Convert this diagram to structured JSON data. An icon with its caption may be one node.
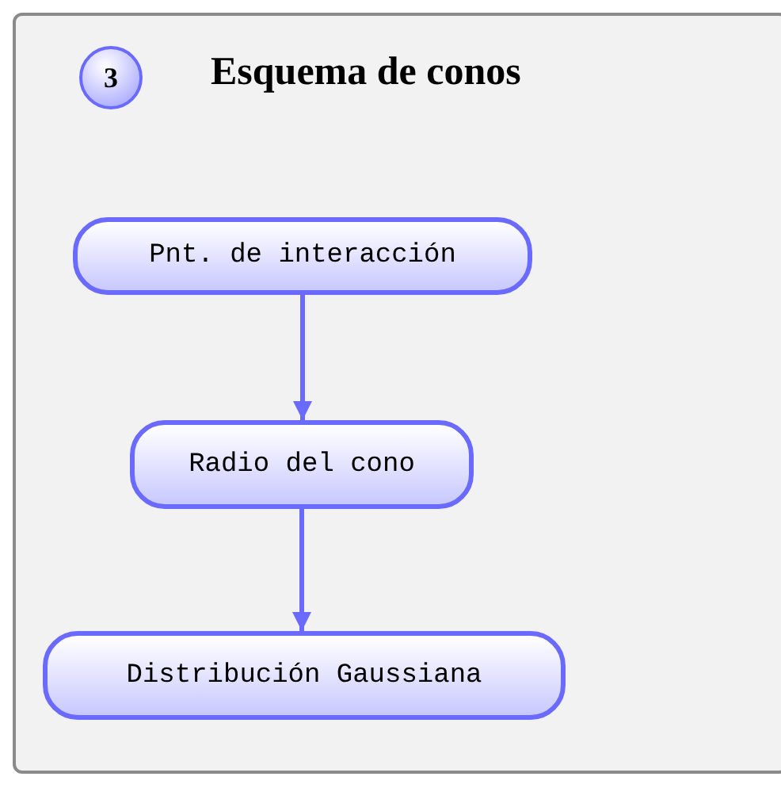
{
  "diagram": {
    "title": "Esquema de conos",
    "nodes": [
      {
        "text": [
          "3"
        ]
      },
      {
        "text": [
          "Pnt. de interacción"
        ]
      },
      {
        "text": [
          "Radio del cono"
        ]
      },
      {
        "text": [
          "Distribución Gaussiana"
        ]
      }
    ],
    "edges": [
      {
        "from": 1,
        "to": 2,
        "arrow": "to"
      },
      {
        "from": 2,
        "to": 3,
        "arrow": "to"
      }
    ]
  }
}
